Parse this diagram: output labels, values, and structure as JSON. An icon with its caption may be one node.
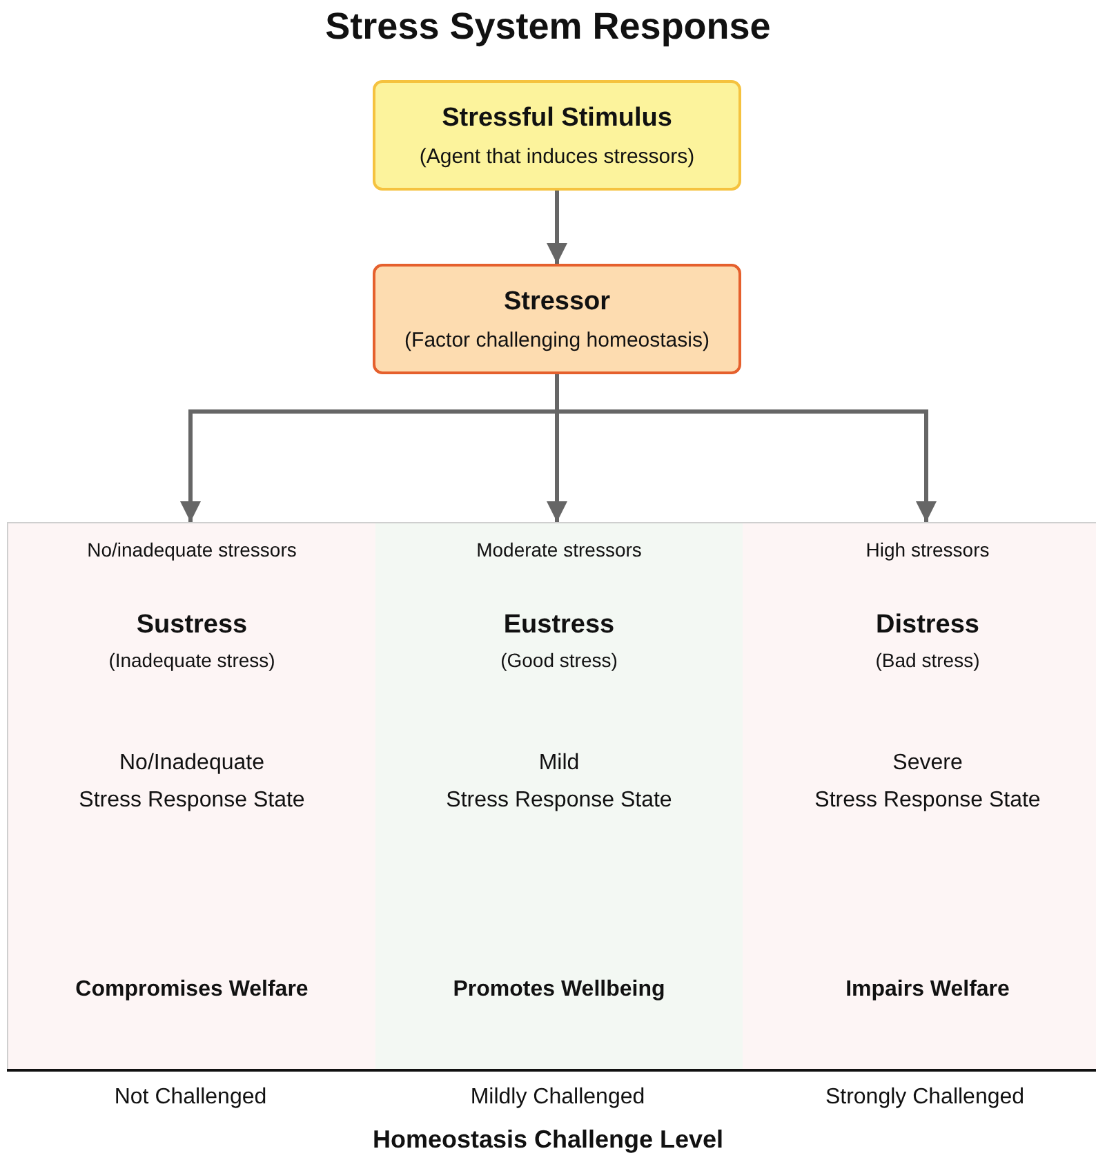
{
  "diagram": {
    "title": "Stress System Response",
    "nodes": [
      {
        "text": [
          "Stressful Stimulus",
          "(Agent that induces stressors)"
        ]
      },
      {
        "text": [
          "Stressor",
          "(Factor challenging homeostasis)"
        ]
      },
      {
        "text": [],
        "shape": "box"
      },
      {
        "text": [
          "No/inadequate stressors",
          "Sustress",
          "(Inadequate stress)",
          "No/Inadequate Stress Response State",
          "Compromises Welfare"
        ],
        "in": 2
      },
      {
        "text": [
          "Moderate stressors",
          "Eustress",
          "(Good stress)",
          "Mild Stress Response State",
          "Promotes Wellbeing"
        ],
        "in": 2
      },
      {
        "text": [
          "High stressors",
          "Distress",
          "(Bad stress)",
          "Severe Stress Response State",
          "Impairs Welfare"
        ],
        "in": 2
      }
    ],
    "edges": [
      {
        "from": 0,
        "to": 1,
        "arrow": "to"
      },
      {
        "from": 1,
        "to": 3,
        "arrow": "to"
      },
      {
        "from": 1,
        "to": 4,
        "arrow": "to"
      },
      {
        "from": 1,
        "to": 5,
        "arrow": "to"
      }
    ],
    "labels": [
      "Not Challenged",
      "Mildly Challenged",
      "Strongly Challenged",
      "Homeostasis Challenge Level"
    ]
  }
}
